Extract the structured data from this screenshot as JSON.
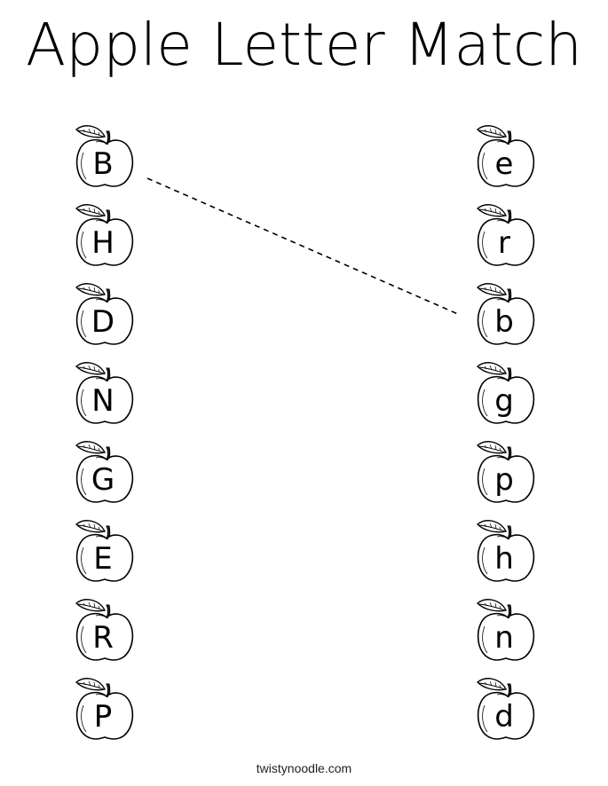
{
  "title": "Apple Letter Match",
  "footer": "twistynoodle.com",
  "left_letters": [
    "B",
    "H",
    "D",
    "N",
    "G",
    "E",
    "R",
    "P"
  ],
  "right_letters": [
    "e",
    "r",
    "b",
    "g",
    "p",
    "h",
    "n",
    "d"
  ],
  "icon": "apple-icon"
}
